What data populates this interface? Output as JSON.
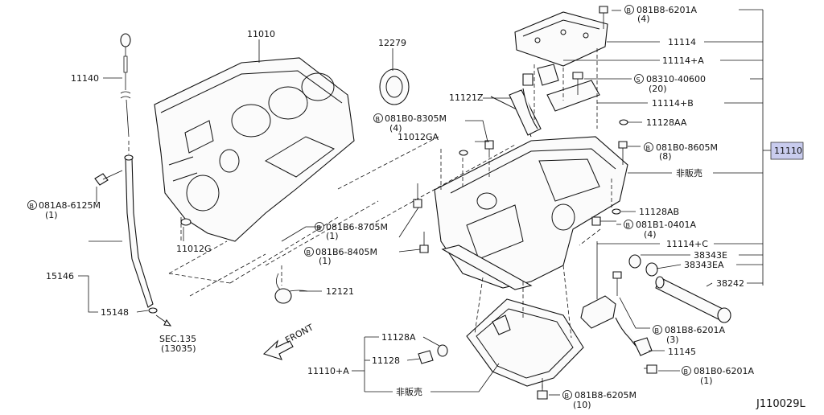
{
  "diagram_id": "J110029L",
  "callouts": [
    {
      "id": "c11010",
      "text": "11010"
    },
    {
      "id": "c12279",
      "text": "12279"
    },
    {
      "id": "c11140",
      "text": "11140"
    },
    {
      "id": "c081a8",
      "text": "081A8-6125M",
      "circled": "B",
      "qty": "(1)"
    },
    {
      "id": "c11012g",
      "text": "11012G"
    },
    {
      "id": "c15146",
      "text": "15146"
    },
    {
      "id": "c15148",
      "text": "15148"
    },
    {
      "id": "csec",
      "text": "SEC.135",
      "sub": "(13035)"
    },
    {
      "id": "c11121z",
      "text": "11121Z"
    },
    {
      "id": "c081b0_8305",
      "text": "081B0-8305M",
      "circled": "B",
      "qty": "(4)"
    },
    {
      "id": "c11012ga",
      "text": "11012GA"
    },
    {
      "id": "c081b6_8705",
      "text": "081B6-8705M",
      "circled": "B",
      "qty": "(1)"
    },
    {
      "id": "c081b6_8405",
      "text": "081B6-8405M",
      "circled": "B",
      "qty": "(1)"
    },
    {
      "id": "c12121",
      "text": "12121"
    },
    {
      "id": "cfront",
      "text": "FRONT"
    },
    {
      "id": "c081b8_6201a_top",
      "text": "081B8-6201A",
      "circled": "B",
      "qty": "(4)"
    },
    {
      "id": "c11114",
      "text": "11114"
    },
    {
      "id": "c11114a",
      "text": "11114+A"
    },
    {
      "id": "c08310",
      "text": "08310-40600",
      "circled": "S",
      "qty": "(20)"
    },
    {
      "id": "c11114b",
      "text": "11114+B"
    },
    {
      "id": "c11128aa",
      "text": "11128AA"
    },
    {
      "id": "c081b0_8605",
      "text": "081B0-8605M",
      "circled": "B",
      "qty": "(8)"
    },
    {
      "id": "c11110",
      "text": "11110"
    },
    {
      "id": "cnotsold1",
      "text": "非販売"
    },
    {
      "id": "c11128ab",
      "text": "11128AB"
    },
    {
      "id": "c081b1",
      "text": "081B1-0401A",
      "circled": "B",
      "qty": "(4)"
    },
    {
      "id": "c11114c",
      "text": "11114+C"
    },
    {
      "id": "c38343e",
      "text": "38343E"
    },
    {
      "id": "c38343ea",
      "text": "38343EA"
    },
    {
      "id": "c38242",
      "text": "38242"
    },
    {
      "id": "c081b8_6201a_mid",
      "text": "081B8-6201A",
      "circled": "B",
      "qty": "(3)"
    },
    {
      "id": "c11145",
      "text": "11145"
    },
    {
      "id": "c081b0_6201a",
      "text": "081B0-6201A",
      "circled": "B",
      "qty": "(1)"
    },
    {
      "id": "c11128a",
      "text": "11128A"
    },
    {
      "id": "c11128",
      "text": "11128"
    },
    {
      "id": "c11110a",
      "text": "11110+A"
    },
    {
      "id": "cnotsold2",
      "text": "非販売"
    },
    {
      "id": "c081b8_6205",
      "text": "081B8-6205M",
      "circled": "B",
      "qty": "(10)"
    }
  ]
}
